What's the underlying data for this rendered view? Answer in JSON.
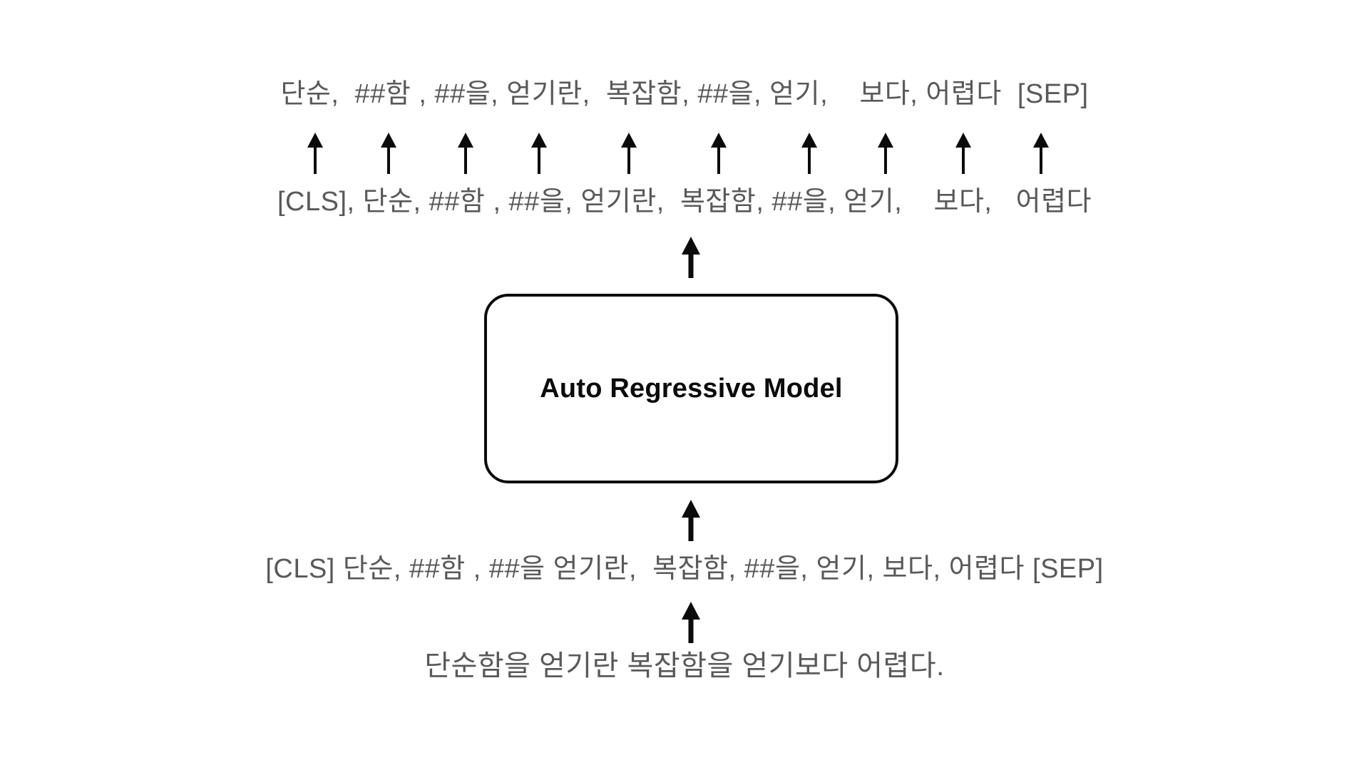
{
  "diagram": {
    "model": {
      "label": "Auto Regressive Model"
    },
    "rows": {
      "output_tokens": "단순,  ##함 , ##을, 얻기란,  복잡함, ##을, 얻기,    보다, 어렵다  [SEP]",
      "shifted_tokens": "[CLS], 단순, ##함 , ##을, 얻기란,  복잡함, ##을, 얻기,    보다,   어렵다",
      "input_tokens": "[CLS] 단순, ##함 , ##을 얻기란,  복잡함, ##을, 얻기, 보다, 어렵다 [SEP]",
      "source_sentence": "단순함을 얻기란 복잡함을 얻기보다 어렵다."
    },
    "token_arrow_count": 10,
    "colors": {
      "ink": "#0b0b0b",
      "token_text": "#59595b",
      "background": "#ffffff"
    }
  }
}
